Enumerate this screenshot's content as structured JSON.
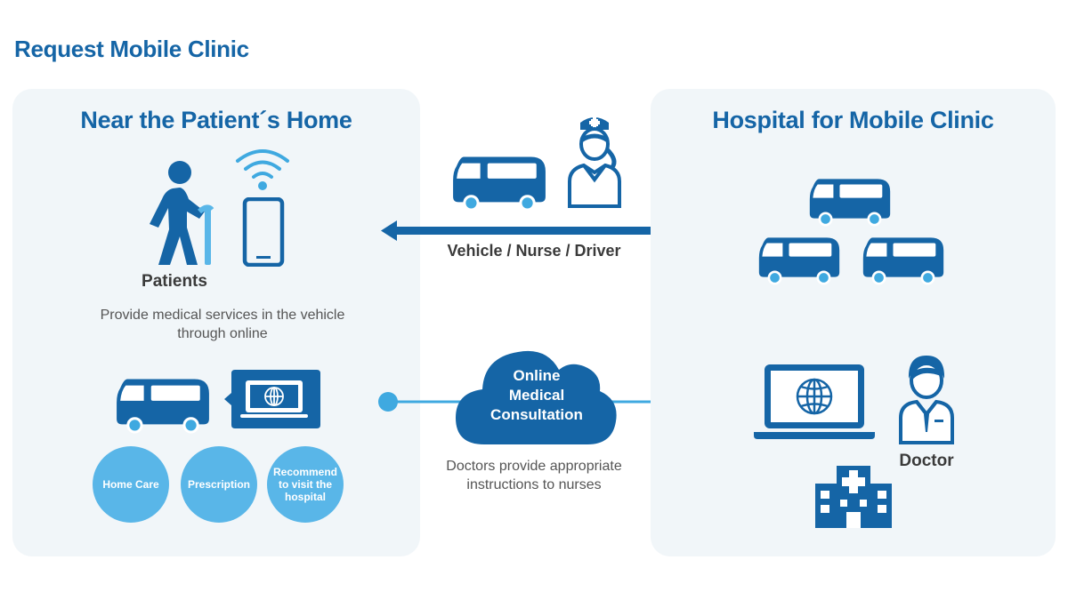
{
  "title": "Request Mobile Clinic",
  "colors": {
    "primary": "#1565a6",
    "accent": "#3fa9e0",
    "circle": "#59b6e8",
    "panel_bg": "#f1f6f9"
  },
  "left_panel": {
    "heading": "Near the Patient´s Home",
    "patients_label": "Patients",
    "service_text_line1": "Provide medical services in the vehicle",
    "service_text_line2": "through online",
    "icons": [
      "patient-with-cane-icon",
      "wifi-icon",
      "smartphone-icon",
      "van-icon",
      "laptop-globe-icon"
    ],
    "services": [
      "Home Care",
      "Prescription",
      "Recommend to visit the hospital"
    ]
  },
  "middle": {
    "dispatch_label": "Vehicle / Nurse / Driver",
    "consultation_line1": "Online",
    "consultation_line2": "Medical",
    "consultation_line3": "Consultation",
    "instructions_line1": "Doctors provide appropriate",
    "instructions_line2": "instructions to nurses",
    "icons": [
      "van-icon",
      "nurse-icon",
      "arrow-left-icon",
      "cloud-icon"
    ]
  },
  "right_panel": {
    "heading": "Hospital for Mobile Clinic",
    "doctor_label": "Doctor",
    "icons": [
      "van-fleet-icon",
      "laptop-globe-icon",
      "doctor-icon",
      "hospital-building-icon"
    ]
  }
}
